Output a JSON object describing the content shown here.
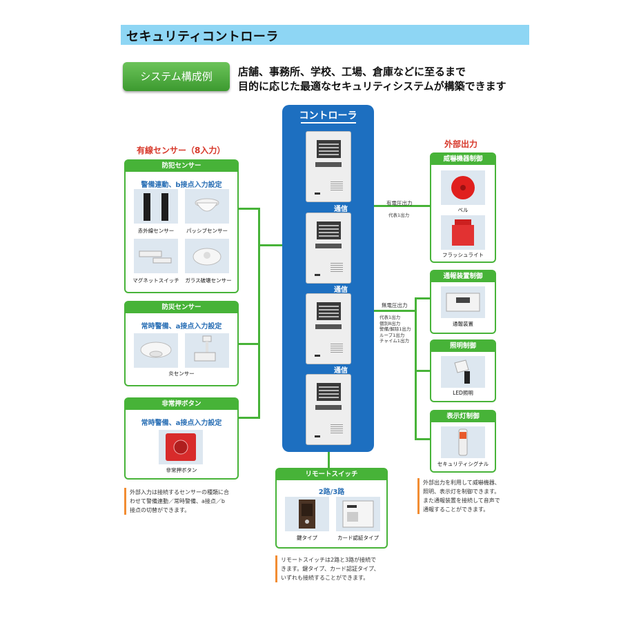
{
  "header": {
    "title": "セキュリティコントローラ"
  },
  "system_button": "システム構成例",
  "intro": {
    "line1": "店舗、事務所、学校、工場、倉庫などに至るまで",
    "line2": "目的に応じた最適なセキュリティシステムが構築できます"
  },
  "controller": {
    "title": "コントローラ",
    "link_label": "通信"
  },
  "wired_sensors": {
    "title": "有線センサー（8入力）",
    "crime": {
      "header": "防犯センサー",
      "sub": "警備連動、b接点入力設定",
      "items": [
        "赤外線センサー",
        "パッシブセンサー",
        "マグネットスイッチ",
        "ガラス破壊センサー"
      ]
    },
    "fire": {
      "header": "防災センサー",
      "sub": "常時警備、a接点入力設定",
      "caption": "炎センサー"
    },
    "emergency": {
      "header": "非常押ボタン",
      "sub": "常時警備、a接点入力設定",
      "caption": "非常押ボタン"
    },
    "note": [
      "外部入力は接続するセンサーの種類に合",
      "わせて警備連動／常時警備、a接点／b",
      "接点の切替ができます。"
    ]
  },
  "external_output": {
    "title": "外部出力",
    "powered_label": "有電圧出力",
    "powered_sub": "代表1出力",
    "dry_label": "無電圧出力",
    "dry_subs": [
      "代表1出力",
      "個別8出力",
      "警備/解除1出力",
      "ループ1出力",
      "チャイム1出力"
    ],
    "threat": {
      "header": "威嚇機器制御",
      "items": [
        "ベル",
        "フラッシュライト"
      ]
    },
    "report": {
      "header": "通報装置制御",
      "caption": "通報装置"
    },
    "light": {
      "header": "照明制御",
      "caption": "LED照明"
    },
    "display": {
      "header": "表示灯制御",
      "caption": "セキュリティシグナル"
    },
    "note": [
      "外部出力を利用して威嚇機器、",
      "照明、表示灯を制御できます。",
      "また通報装置を接続して音声で",
      "通報することができます。"
    ]
  },
  "remote": {
    "header": "リモートスイッチ",
    "sub": "2路/3路",
    "items": [
      "鍵タイプ",
      "カード認証タイプ"
    ],
    "note": [
      "リモートスイッチは2路と3路が接続で",
      "きます。鍵タイプ、カード認証タイプ、",
      "いずれも接続することができます。"
    ]
  },
  "colors": {
    "green": "#47b338",
    "blue": "#1d6fc0",
    "title_bar": "#8ed6f4",
    "red_title": "#d7382a",
    "sub_blue": "#2a6fb5",
    "note_bar": "#f28d33"
  }
}
